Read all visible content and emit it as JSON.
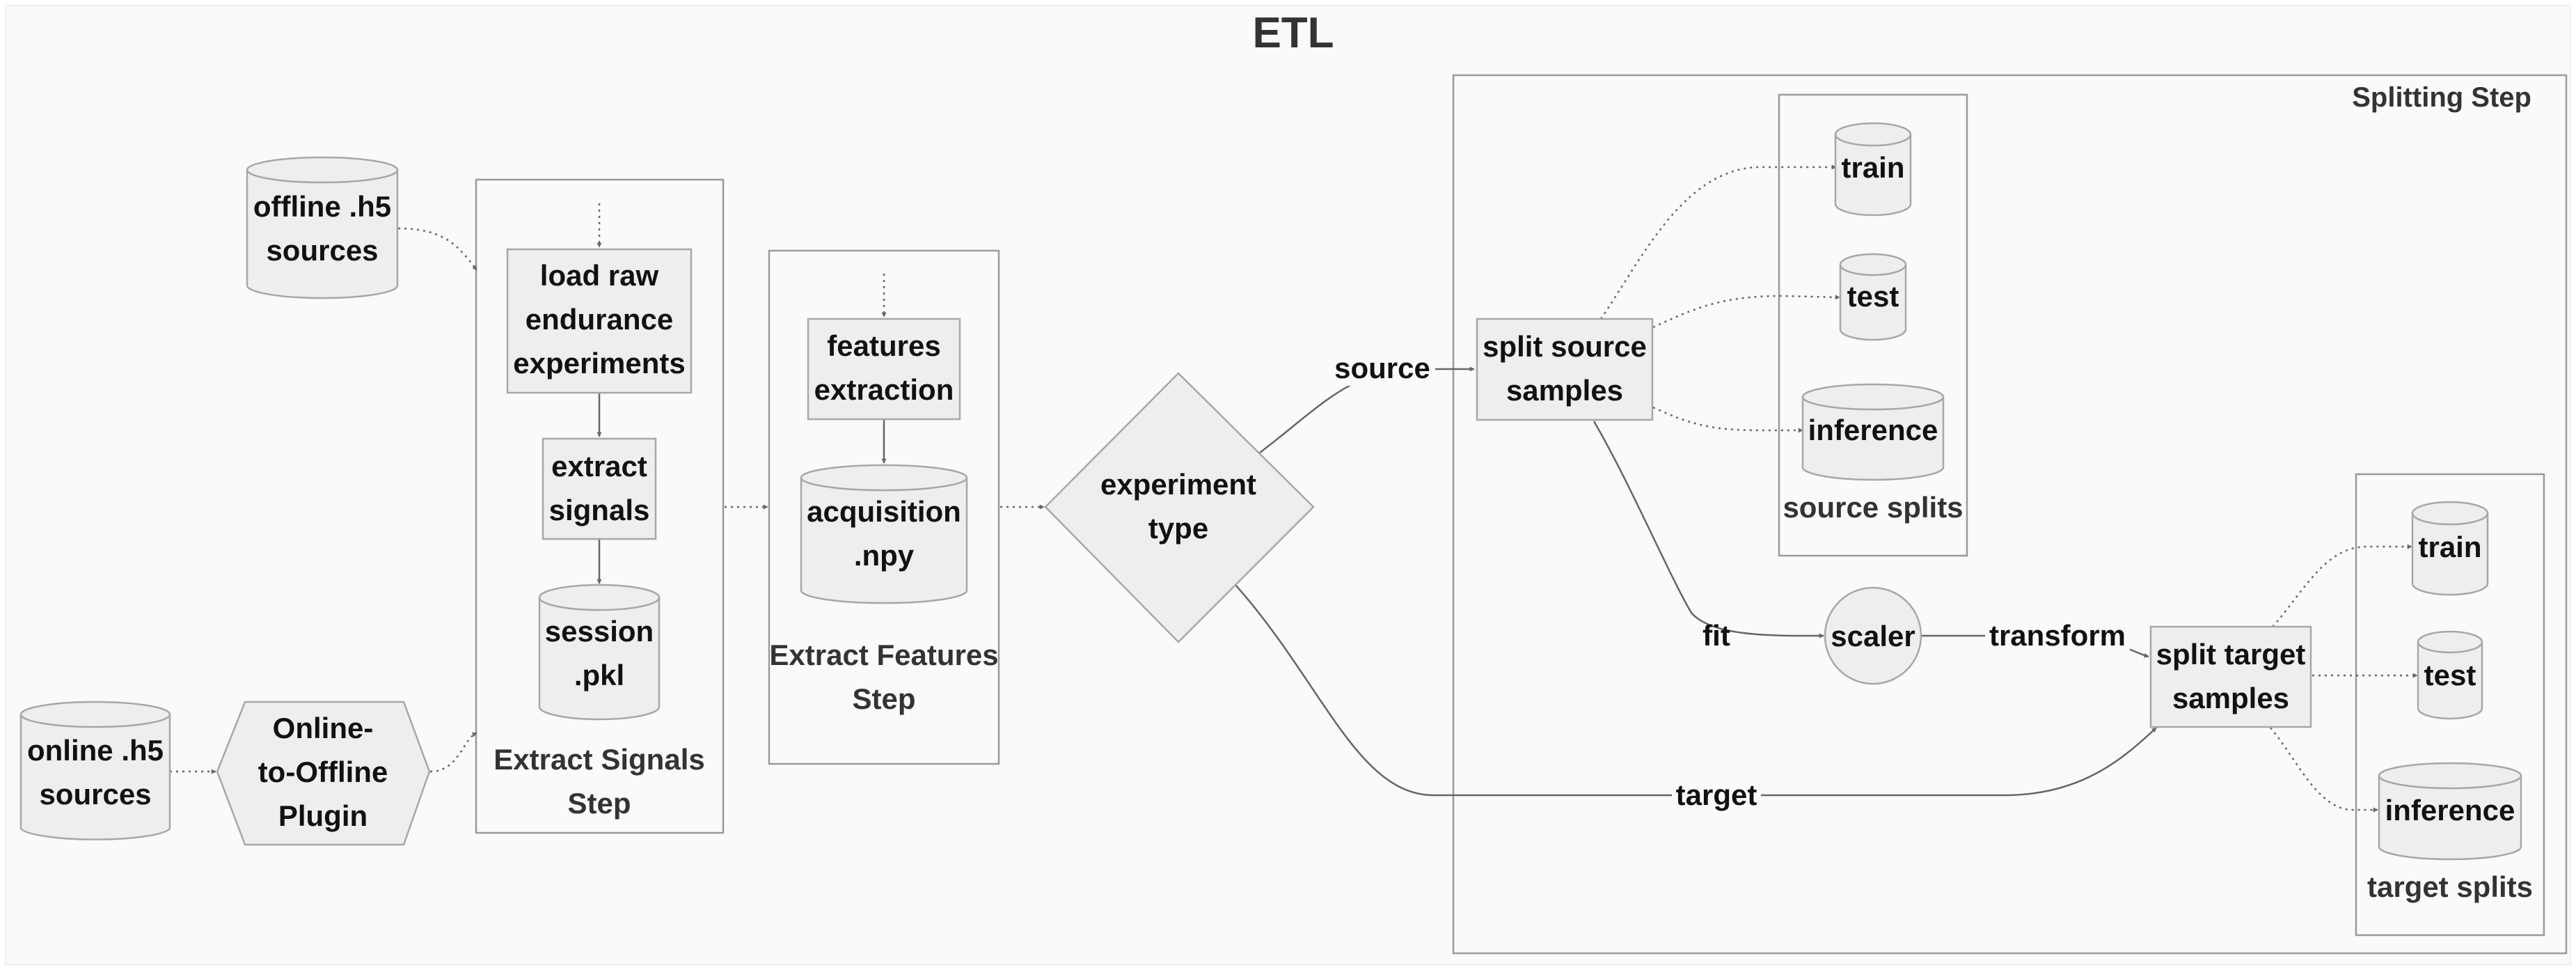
{
  "title": "ETL",
  "nodes": {
    "offline_sources": [
      "offline .h5",
      "sources"
    ],
    "online_sources": [
      "online .h5",
      "sources"
    ],
    "plugin": [
      "Online-",
      "to-Offline",
      "Plugin"
    ],
    "load_raw": [
      "load raw",
      "endurance",
      "experiments"
    ],
    "extract_signals": [
      "extract",
      "signals"
    ],
    "session": [
      "session",
      ".pkl"
    ],
    "features_extraction": [
      "features",
      "extraction"
    ],
    "acquisition": [
      "acquisition",
      ".npy"
    ],
    "experiment_type": [
      "experiment",
      "type"
    ],
    "split_source": [
      "split source",
      "samples"
    ],
    "scaler": "scaler",
    "split_target": [
      "split target",
      "samples"
    ],
    "source_train": "train",
    "source_test": "test",
    "source_inference": "inference",
    "target_train": "train",
    "target_test": "test",
    "target_inference": "inference"
  },
  "groups": {
    "extract_signals_step": [
      "Extract Signals",
      "Step"
    ],
    "extract_features_step": [
      "Extract Features",
      "Step"
    ],
    "splitting_step": "Splitting Step",
    "source_splits": "source splits",
    "target_splits": "target splits"
  },
  "edge_labels": {
    "source": "source",
    "target": "target",
    "fit": "fit",
    "transform": "transform"
  },
  "colors": {
    "background": "#fafafa",
    "node_fill": "#eeeeee",
    "node_stroke": "#a7a7a7",
    "edge": "#666666"
  }
}
